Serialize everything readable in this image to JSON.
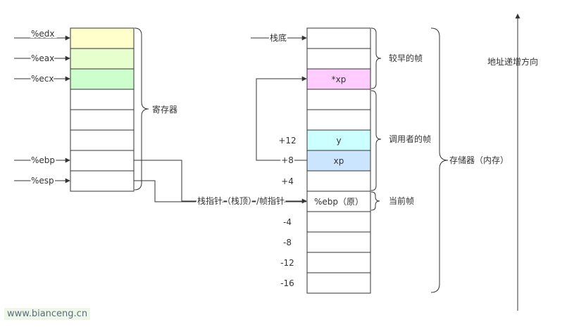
{
  "registers": {
    "edx": "%edx",
    "eax": "%eax",
    "ecx": "%ecx",
    "ebp": "%ebp",
    "esp": "%esp",
    "group_label": "寄存器",
    "colors": {
      "edx": "#ffffcc",
      "eax": "#e6ffcc",
      "ecx": "#ccffcc"
    }
  },
  "stack": {
    "bottom_label": "栈底",
    "cell_xp_ptr": "*xp",
    "cell_y": "y",
    "cell_xp": "xp",
    "cell_ebp_orig": "%ebp（原）",
    "offset_12": "+12",
    "offset_8": "+8",
    "offset_4": "+4",
    "offset_m4": "-4",
    "offset_m8": "-8",
    "offset_m12": "-12",
    "offset_m16": "-16",
    "pointer_label": "栈指针（栈顶）/帧指针",
    "colors": {
      "xp_ptr": "#ffccff",
      "y": "#ccffff",
      "xp": "#cce5ff"
    }
  },
  "frames": {
    "earlier": "较早的帧",
    "caller": "调用者的帧",
    "current": "当前帧",
    "memory": "存储器（内存）"
  },
  "address_axis": {
    "label": "地址递增方向"
  },
  "watermark": "www.bianceng.cn"
}
